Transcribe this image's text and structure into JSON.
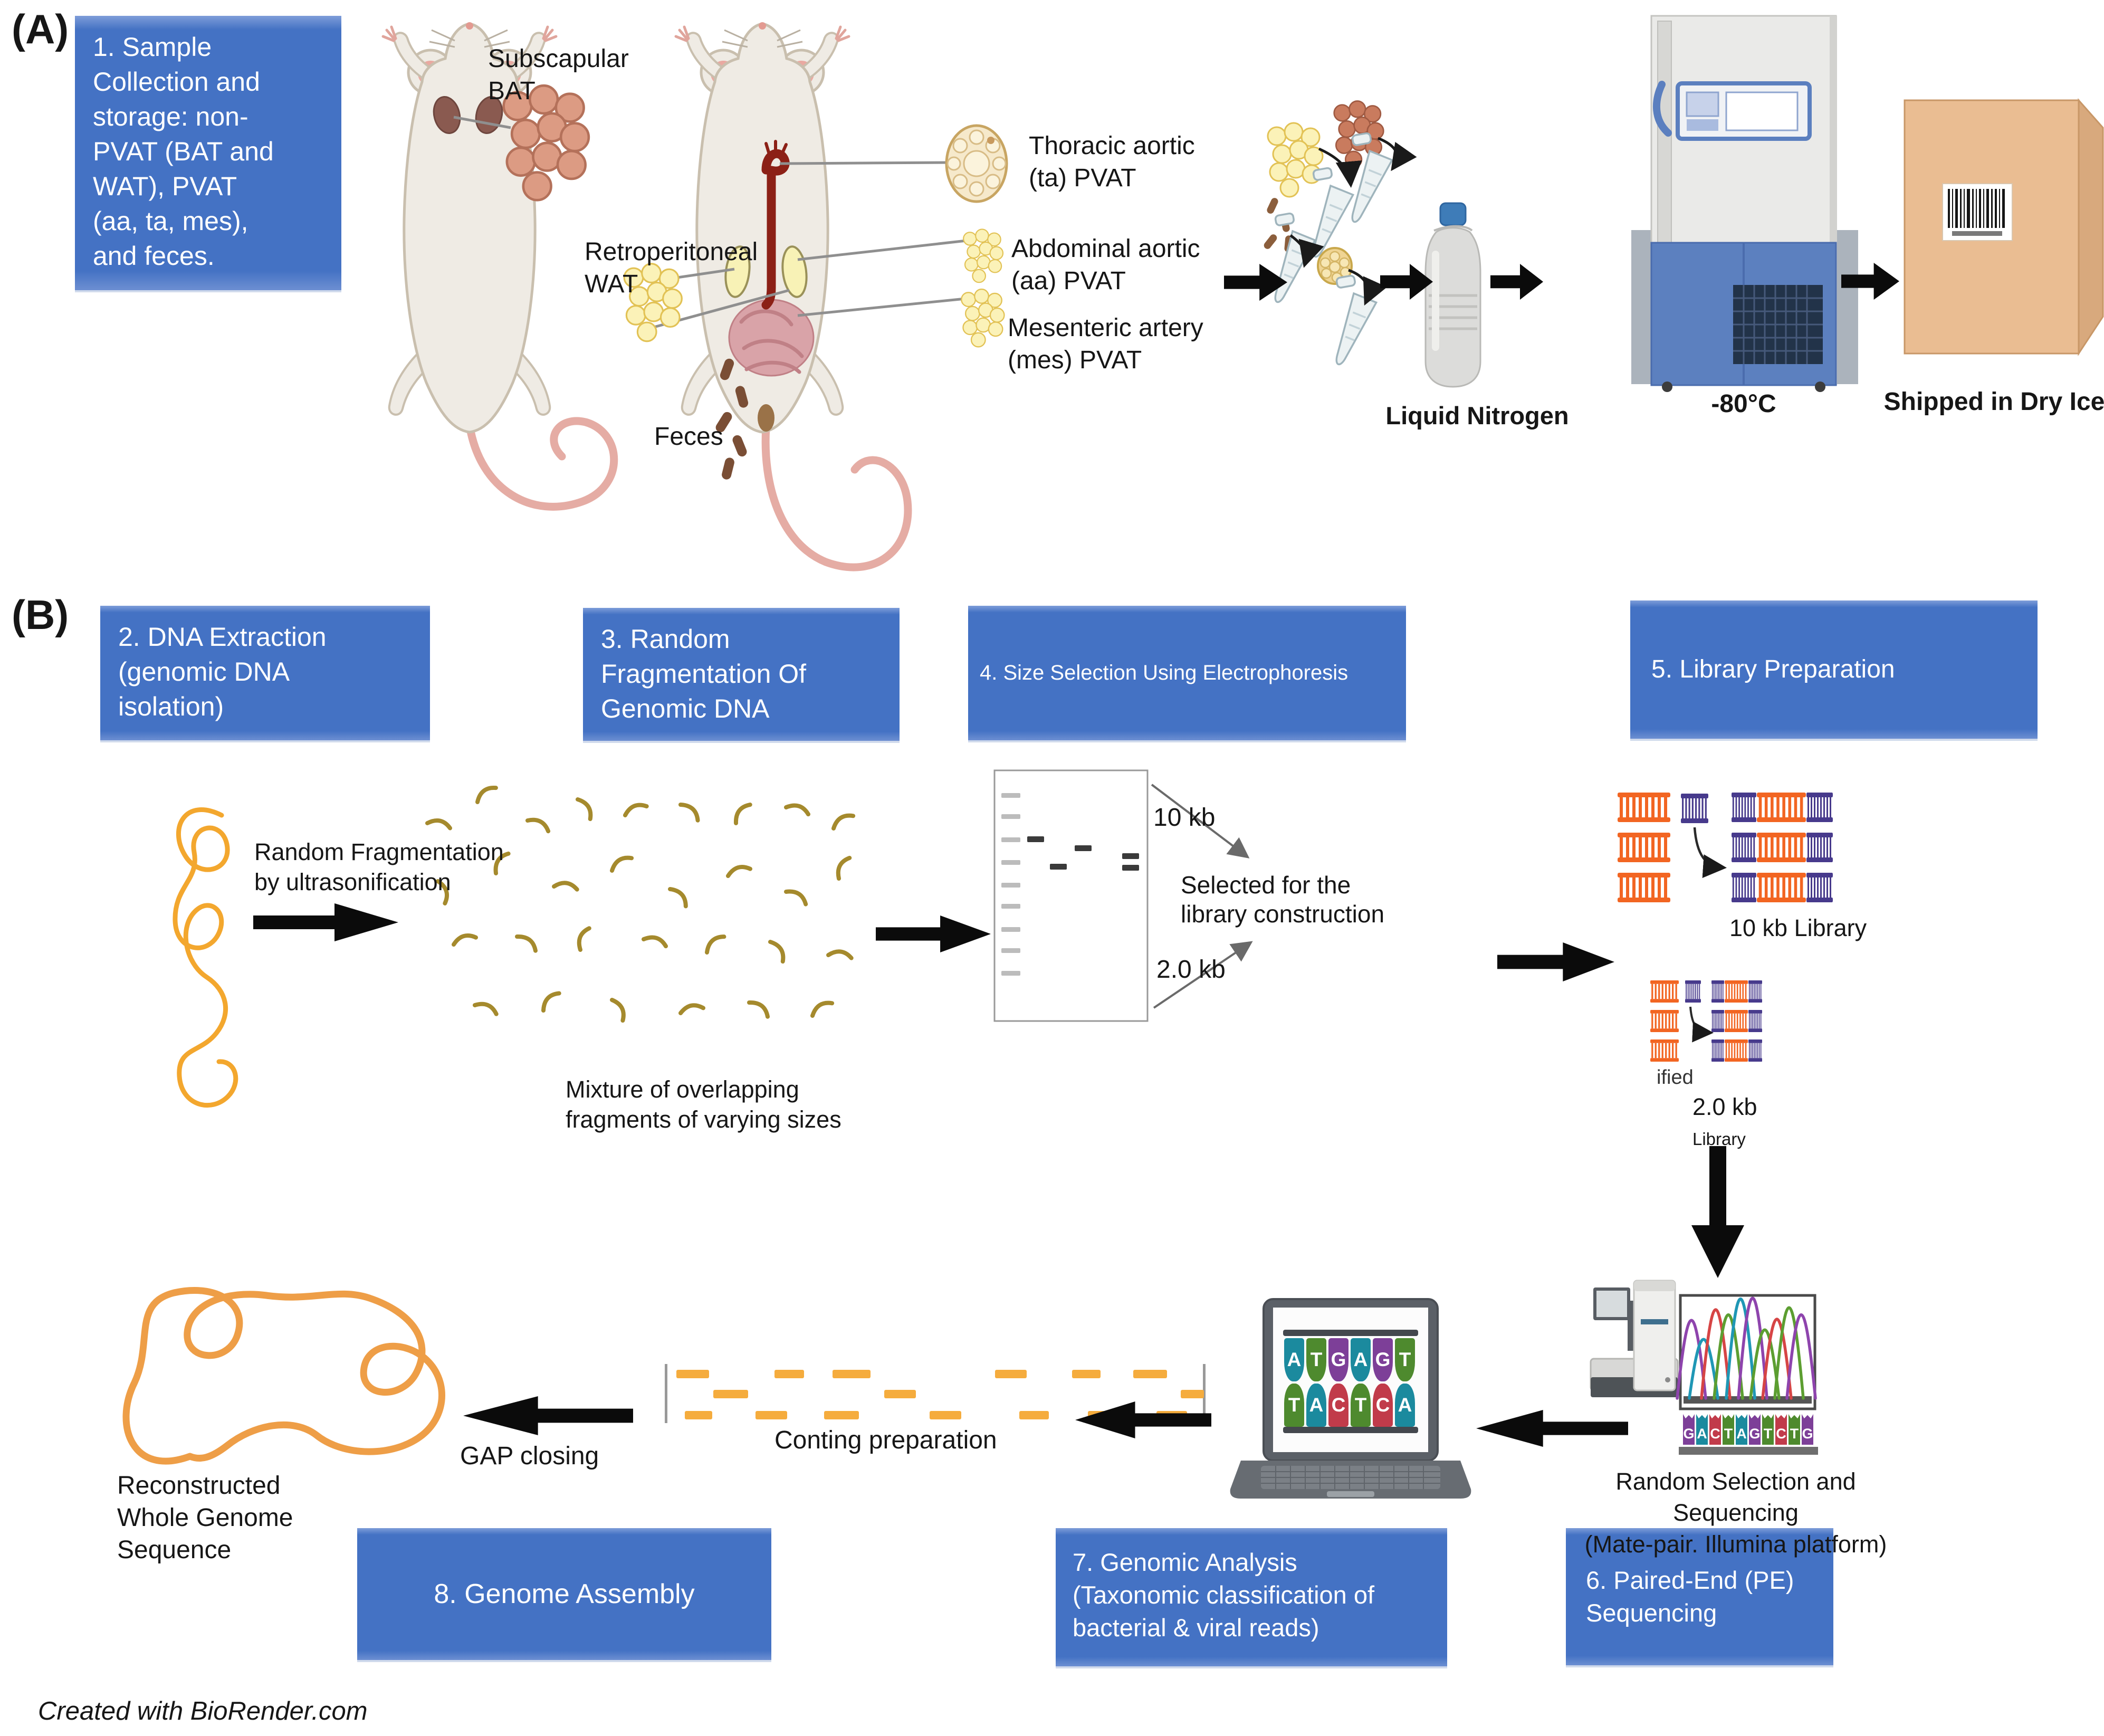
{
  "figure": {
    "panel_a_label": "(A)",
    "panel_b_label": "(B)",
    "credit": "Created with BioRender.com"
  },
  "steps": {
    "s1": "1. Sample\nCollection and\nstorage: non-\nPVAT (BAT and\nWAT), PVAT\n(aa, ta, mes),\nand feces.",
    "s2": "2. DNA Extraction\n(genomic DNA\nisolation)",
    "s3": "3. Random\nFragmentation Of\nGenomic DNA",
    "s4": "4. Size Selection Using Electrophoresis",
    "s5": "5. Library Preparation",
    "s6": "6. Paired-End (PE)\nSequencing",
    "s7": "7. Genomic Analysis\n(Taxonomic classification of\nbacterial & viral reads)",
    "s8": "8. Genome Assembly"
  },
  "panel_a": {
    "subscapular_bat": "Subscapular\nBAT",
    "thoracic": "Thoracic aortic\n(ta) PVAT",
    "retroperitoneal": "Retroperitoneal\nWAT",
    "abdominal": "Abdominal aortic\n(aa) PVAT",
    "mesenteric": "Mesenteric artery\n(mes) PVAT",
    "feces": "Feces",
    "liquid_nitrogen": "Liquid Nitrogen",
    "freezer_temp": "-80°C",
    "shipped": "Shipped in Dry Ice"
  },
  "panel_b": {
    "random_fragmentation": "Random Fragmentation\nby ultrasonification",
    "mixture": "Mixture of overlapping\nfragments of  varying sizes",
    "size_10kb": "10 kb",
    "size_2kb": "2.0 kb",
    "selected": "Selected for the\nlibrary construction",
    "library_10kb": "10 kb Library",
    "purified_fragment": "ified",
    "library_2kb_size": "2.0 kb",
    "library_2kb_word": "Library",
    "random_selection": "Random Selection and Sequencing\n(Mate-pair. Illumina  platform)",
    "conting": "Conting preparation",
    "gap_closing": "GAP closing",
    "reconstructed": "Reconstructed\nWhole Genome\nSequence",
    "laptop_bases_top": [
      "A",
      "T",
      "G",
      "A",
      "G",
      "T"
    ],
    "laptop_bases_bottom": [
      "T",
      "A",
      "C",
      "T",
      "C",
      "A"
    ],
    "chromatogram_bases": [
      "G",
      "A",
      "C",
      "T",
      "A",
      "G",
      "T",
      "C",
      "T",
      "G"
    ]
  },
  "colors": {
    "step_box": "#4472C4",
    "base_a": "#1B8A9E",
    "base_t": "#4E8A2E",
    "base_g": "#7D3F98",
    "base_c": "#C13B4A",
    "dna_strand": "#F3A72E",
    "fragment_strand": "#A58A2D",
    "library_orange": "#F26522",
    "library_purple": "#473A8C",
    "contig_orange": "#F5AC3D",
    "reconstructed_strand": "#EE9E47"
  }
}
